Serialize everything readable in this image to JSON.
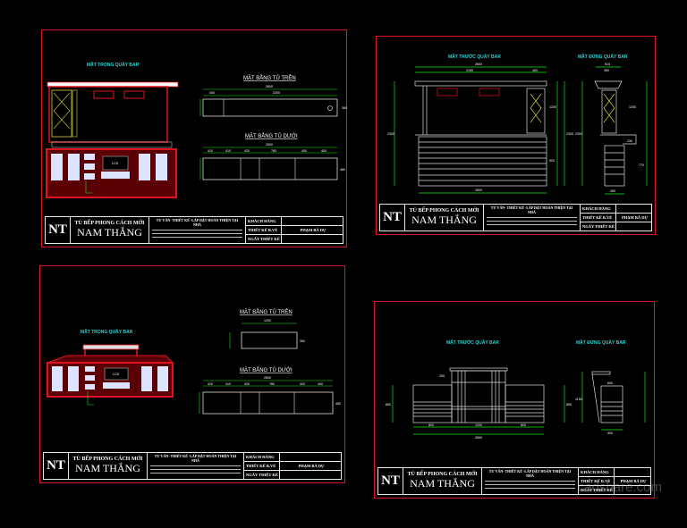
{
  "title_block": {
    "logo": "NT",
    "tagline": "TỦ BẾP PHONG CÁCH MỚI",
    "company": "NAM THẮNG",
    "services": "TƯ VẤN- THIẾT KẾ -LẮP ĐẶT HOÀN THIỆN TẠI NHÀ",
    "field_customer": "KHÁCH HÀNG",
    "field_drawer": "THIẾT KẾ B.VẼ",
    "field_date": "NGÀY THIẾT KẾ",
    "designer": "PHẠM BÁ DỰ"
  },
  "sheet1": {
    "elevation_title": "MẶT TRONG QUẦY BAR",
    "plan_upper_title": "MẶT BẰNG TỦ TRÊN",
    "plan_lower_title": "MẶT BẰNG TỦ DƯỚI",
    "upper_dims": {
      "total": "2600",
      "a": "400",
      "b": "2200",
      "depth": "360"
    },
    "lower_dims": {
      "total": "2600",
      "a": "410",
      "b": "410",
      "c": "420",
      "d": "780",
      "e": "400",
      "f": "400",
      "depth": "480"
    },
    "tv_label": "LCD"
  },
  "sheet2": {
    "front_title": "MẶT TRƯỚC QUẦY BAR",
    "side_title": "MẶT ĐỨNG QUẦY BAR",
    "front_dims": {
      "top_total": "2600",
      "a": "2150",
      "b": "400",
      "height": "2300",
      "upper": "1200",
      "lower": "900",
      "bottom_total": "2600"
    },
    "side_dims": {
      "top_total": "510",
      "a": "350",
      "height": "2300",
      "upper": "1200",
      "b": "230",
      "c": "770",
      "bottom": "450"
    }
  },
  "sheet3": {
    "elevation_title": "MẶT TRONG QUẦY BAR",
    "plan_upper_title": "MẶT BẰNG TỦ TRÊN",
    "plan_lower_title": "MẶT BẰNG TỦ DƯỚI",
    "upper_dims": {
      "total": "1200",
      "depth": "350"
    },
    "lower_dims": {
      "total": "2600",
      "a": "410",
      "b": "410",
      "c": "420",
      "d": "780",
      "e": "400",
      "f": "400",
      "depth": "480"
    },
    "tv_label": "LCD"
  },
  "sheet4": {
    "front_title": "MẶT TRƯỚC QUẦY BAR",
    "side_title": "MẶT ĐỨNG QUẦY BAR",
    "front_dims": {
      "a": "800",
      "b": "1200",
      "c": "800",
      "total": "2800",
      "h": "850",
      "raise": "250"
    },
    "side_dims": {
      "h": "1150",
      "top": "600",
      "depth": "400"
    }
  },
  "watermark": "cadshare.com",
  "colors": {
    "frame": "#e0141e",
    "dimension": "#19e619",
    "view_title": "#2fd0d0",
    "cabinet": "#d0101a"
  }
}
